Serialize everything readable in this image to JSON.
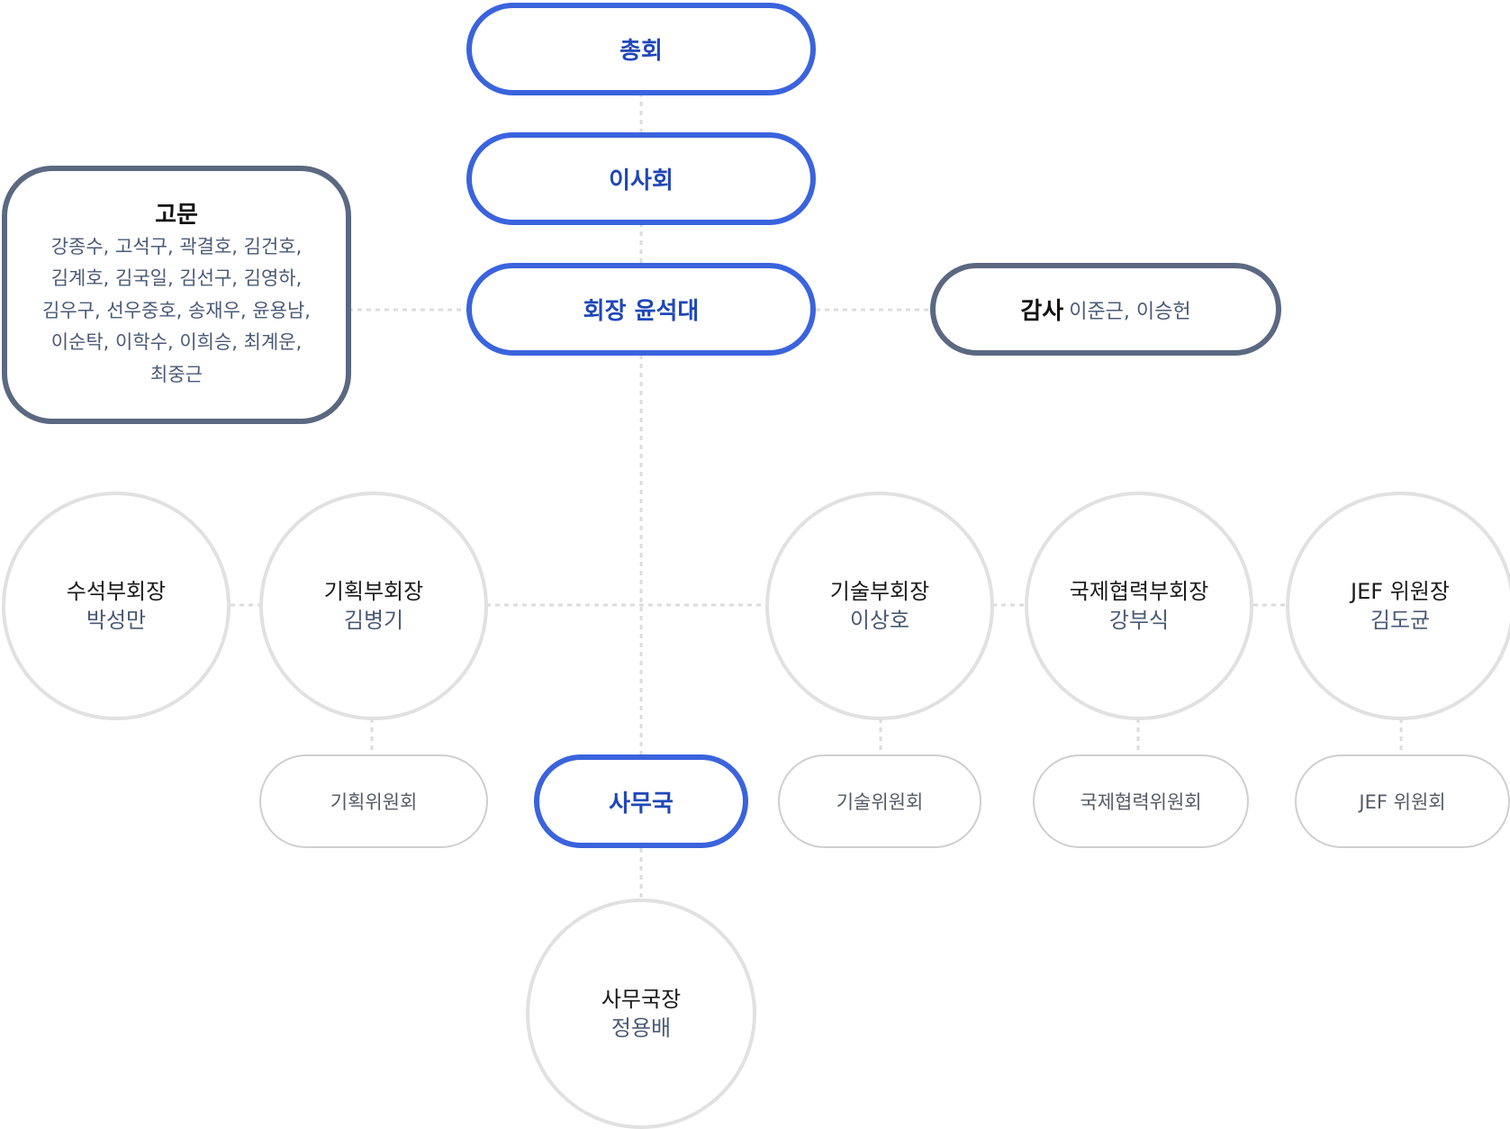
{
  "nodes": {
    "general_assembly": "총회",
    "board": "이사회",
    "president": "회장 윤석대",
    "advisors": {
      "title": "고문",
      "names": "강종수, 고석구, 곽결호, 김건호,\n김계호, 김국일, 김선구, 김영하,\n김우구, 선우중호, 송재우, 윤용남,\n이순탁, 이학수, 이희승, 최계운,\n최중근"
    },
    "auditor": {
      "title": "감사",
      "names": "이준근, 이승헌"
    },
    "vice_senior": {
      "role": "수석부회장",
      "name": "박성만"
    },
    "vice_planning": {
      "role": "기획부회장",
      "name": "김병기"
    },
    "vice_tech": {
      "role": "기술부회장",
      "name": "이상호"
    },
    "vice_intl": {
      "role": "국제협력부회장",
      "name": "강부식"
    },
    "jef_chair": {
      "role": "JEF 위원장",
      "name": "김도균"
    },
    "secretariat": "사무국",
    "secretary_general": {
      "role": "사무국장",
      "name": "정용배"
    },
    "committees": {
      "planning": "기획위원회",
      "tech": "기술위원회",
      "intl": "국제협력위원회",
      "jef": "JEF 위원회"
    }
  },
  "colors": {
    "primary_blue": "#3a63dd",
    "slate_border": "#5b6881",
    "circle_border": "#e1e1e1",
    "connector": "#dcdcdc"
  }
}
